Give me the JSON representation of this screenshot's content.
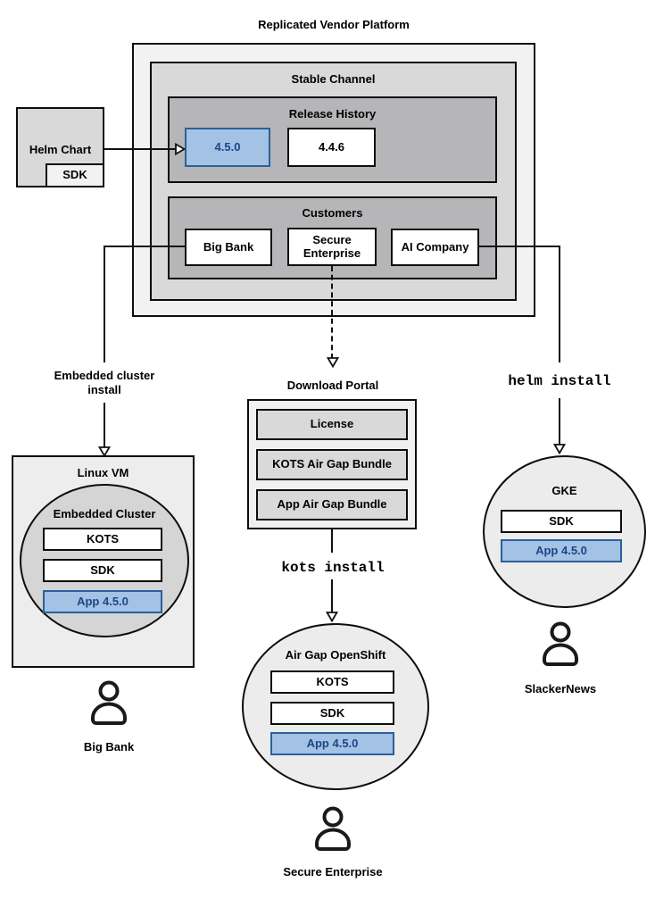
{
  "title": "Replicated Vendor Platform",
  "colors": {
    "blue_fill": "#a4c2e4",
    "blue_border": "#2a6099",
    "blue_text": "#1c4587",
    "line": "#111111"
  },
  "stable_channel": {
    "title": "Stable Channel",
    "release_history": {
      "title": "Release History",
      "current": "4.5.0",
      "previous": "4.4.6"
    },
    "customers": {
      "title": "Customers",
      "big_bank": "Big Bank",
      "secure_enterprise": "Secure Enterprise",
      "ai_company": "AI Company"
    }
  },
  "helm_chart": {
    "label": "Helm Chart",
    "sdk_label": "SDK"
  },
  "embedded_flow": {
    "arrow_label": "Embedded cluster install",
    "linux_vm": {
      "title": "Linux VM",
      "cluster_title": "Embedded Cluster",
      "kots": "KOTS",
      "sdk": "SDK",
      "app": "App 4.5.0"
    },
    "persona": "Big Bank"
  },
  "airgap_flow": {
    "portal_title": "Download Portal",
    "portal_items": [
      "License",
      "KOTS Air Gap Bundle",
      "App Air Gap Bundle"
    ],
    "arrow_label": "kots install",
    "cluster": {
      "title": "Air Gap OpenShift",
      "kots": "KOTS",
      "sdk": "SDK",
      "app": "App 4.5.0"
    },
    "persona": "Secure Enterprise"
  },
  "helm_flow": {
    "arrow_label": "helm install",
    "cluster": {
      "title": "GKE",
      "sdk": "SDK",
      "app": "App 4.5.0"
    },
    "persona": "SlackerNews"
  }
}
